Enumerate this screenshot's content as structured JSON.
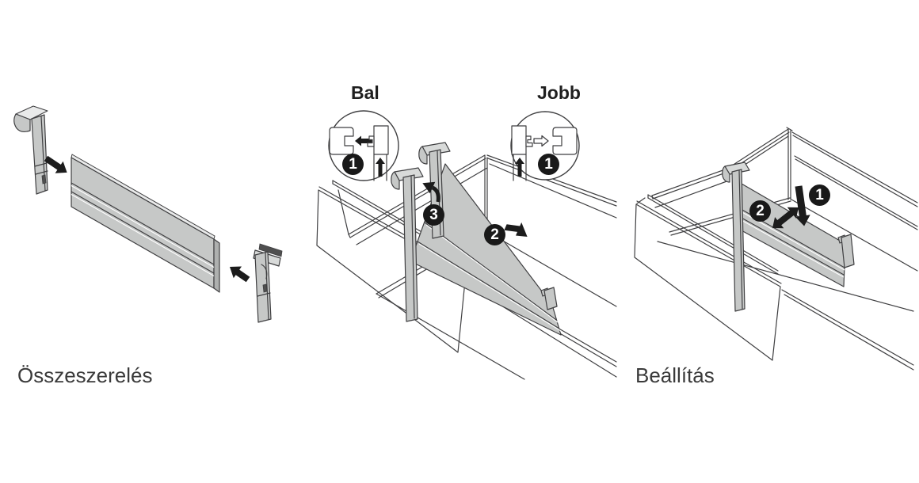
{
  "colors": {
    "bg": "#ffffff",
    "line": "#3f3f41",
    "panel": "#c6c8c7",
    "panel_light": "#d8dad9",
    "panel_top": "#e9eaea",
    "panel_edge": "#aeb0af",
    "slot": "#4f4f4f",
    "arrow": "#1c1c1c",
    "badge_bg": "#191919",
    "badge_fg": "#ffffff",
    "text": "#3a3a3a"
  },
  "assembly": {
    "caption": "Összeszerelés"
  },
  "hook_in": {
    "left_label": "Bal",
    "right_label": "Jobb",
    "left_inset_step": "1",
    "right_inset_step": "1",
    "slide_step": "2",
    "rotate_step": "3"
  },
  "adjustment": {
    "caption": "Beállítás",
    "press_step": "1",
    "slide_step": "2"
  },
  "icons": {
    "assembly_left": "black-insert-arrow",
    "assembly_right": "black-insert-arrow",
    "inset_left": "black-left-arrow + up-arrow",
    "inset_right": "white-outline-right-arrow + up-arrow",
    "rotate": "black-curved-arrow",
    "slide": "black-right-arrow",
    "press": "black-down-arrow",
    "adjust": "black-double-headed-arrow"
  }
}
